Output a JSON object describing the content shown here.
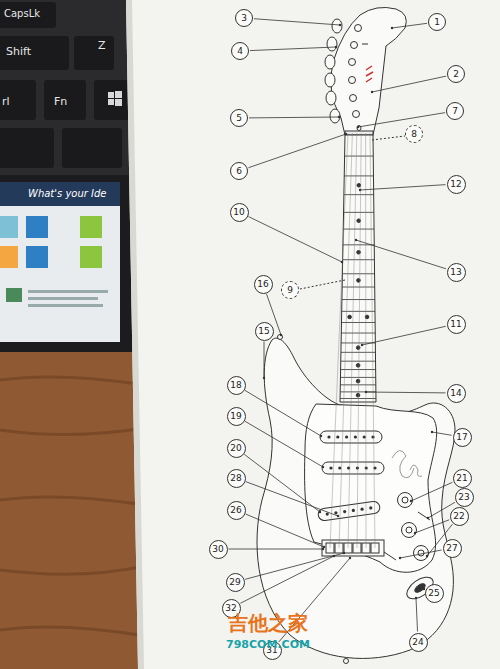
{
  "diagram": {
    "nodes": [
      {
        "text": [
          "1"
        ]
      },
      {
        "text": [
          "2"
        ]
      },
      {
        "text": [
          "3"
        ]
      },
      {
        "text": [
          "4"
        ]
      },
      {
        "text": [
          "5"
        ]
      },
      {
        "text": [
          "6"
        ]
      },
      {
        "text": [
          "7"
        ]
      },
      {
        "text": [
          "8"
        ]
      },
      {
        "text": [
          "9"
        ]
      },
      {
        "text": [
          "10"
        ]
      },
      {
        "text": [
          "11"
        ]
      },
      {
        "text": [
          "12"
        ]
      },
      {
        "text": [
          "13"
        ]
      },
      {
        "text": [
          "14"
        ]
      },
      {
        "text": [
          "15"
        ]
      },
      {
        "text": [
          "16"
        ]
      },
      {
        "text": [
          "17"
        ]
      },
      {
        "text": [
          "18"
        ]
      },
      {
        "text": [
          "19"
        ]
      },
      {
        "text": [
          "20"
        ]
      },
      {
        "text": [
          "21"
        ]
      },
      {
        "text": [
          "22"
        ]
      },
      {
        "text": [
          "23"
        ]
      },
      {
        "text": [
          "24"
        ]
      },
      {
        "text": [
          "25"
        ]
      },
      {
        "text": [
          "26"
        ]
      },
      {
        "text": [
          "27"
        ]
      },
      {
        "text": [
          "28"
        ]
      },
      {
        "text": [
          "29"
        ]
      },
      {
        "text": [
          "30"
        ]
      },
      {
        "text": [
          "31"
        ]
      },
      {
        "text": [
          "32"
        ]
      }
    ],
    "labels": [
      "CapsLk",
      "Shift",
      "Z",
      "rl",
      "Fn",
      "What's your Ide",
      "吉他之家",
      "798COM.COM"
    ]
  }
}
